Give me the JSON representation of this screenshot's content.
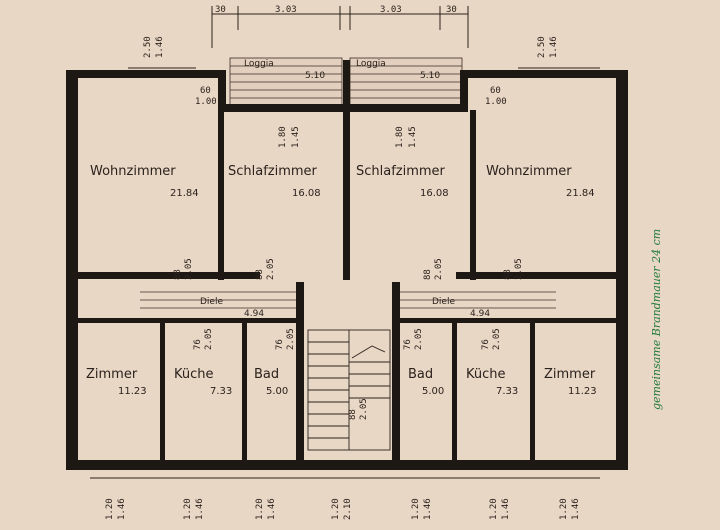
{
  "plan": {
    "top_dims": [
      "30",
      "3.03",
      "3.03",
      "30"
    ],
    "top_marks": [
      "2.50",
      "1.46",
      "2.50",
      "1.46"
    ],
    "loggia": [
      {
        "name": "Loggia",
        "area": "5.10"
      },
      {
        "name": "Loggia",
        "area": "5.10"
      }
    ],
    "corner_dims": [
      "60",
      "1.00",
      "60",
      "1.00"
    ],
    "window_dims": [
      [
        "1.80",
        "1.45"
      ],
      [
        "1.80",
        "1.45"
      ]
    ],
    "rooms": [
      {
        "key": "wohn-l",
        "name": "Wohnzimmer",
        "area": "21.84"
      },
      {
        "key": "schlaf-l",
        "name": "Schlafzimmer",
        "area": "16.08"
      },
      {
        "key": "schlaf-r",
        "name": "Schlafzimmer",
        "area": "16.08"
      },
      {
        "key": "wohn-r",
        "name": "Wohnzimmer",
        "area": "21.84"
      },
      {
        "key": "zimmer-l",
        "name": "Zimmer",
        "area": "11.23"
      },
      {
        "key": "kueche-l",
        "name": "Küche",
        "area": "7.33"
      },
      {
        "key": "bad-l",
        "name": "Bad",
        "area": "5.00"
      },
      {
        "key": "bad-r",
        "name": "Bad",
        "area": "5.00"
      },
      {
        "key": "kueche-r",
        "name": "Küche",
        "area": "7.33"
      },
      {
        "key": "zimmer-r",
        "name": "Zimmer",
        "area": "11.23"
      }
    ],
    "diele": [
      {
        "name": "Diele",
        "area": "4.94"
      },
      {
        "name": "Diele",
        "area": "4.94"
      }
    ],
    "door_dims": [
      "88",
      "2.05",
      "88",
      "2.05",
      "88",
      "2.05",
      "88",
      "2.05"
    ],
    "inner_dims": [
      "76",
      "2.05",
      "76",
      "2.05",
      "76",
      "2.05",
      "76",
      "2.05"
    ],
    "stair_dims": [
      "88",
      "2.05"
    ],
    "bottom_dims": [
      [
        "1.20",
        "1.46"
      ],
      [
        "1.20",
        "1.46"
      ],
      [
        "1.20",
        "1.46"
      ],
      [
        "1.20",
        "2.10"
      ],
      [
        "1.20",
        "1.46"
      ],
      [
        "1.20",
        "1.46"
      ],
      [
        "1.20",
        "1.46"
      ]
    ],
    "side_note": "gemeinsame Brandmauer 24 cm"
  }
}
